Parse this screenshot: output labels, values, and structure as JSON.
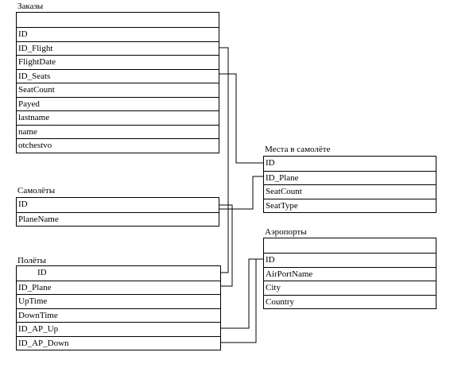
{
  "tables": {
    "orders": {
      "title": "Заказы",
      "fields": [
        "",
        "ID",
        "ID_Flight",
        "FlightDate",
        "ID_Seats",
        "SeatCount",
        "Payed",
        "lastname",
        "name",
        "otchestvo"
      ]
    },
    "planes": {
      "title": "Самолёты",
      "fields": [
        "ID",
        "PlaneName"
      ]
    },
    "flights": {
      "title": "Полёты",
      "fields": [
        "ID",
        "ID_Plane",
        "UpTime",
        "DownTime",
        "ID_AP_Up",
        "ID_AP_Down"
      ]
    },
    "seats": {
      "title": "Места в самолёте",
      "fields": [
        "ID",
        "ID_Plane",
        "SeatCount",
        "SeatType"
      ]
    },
    "airports": {
      "title": "Аэропорты",
      "fields": [
        "",
        "ID",
        "AirPortName",
        "City",
        "Country"
      ]
    }
  }
}
